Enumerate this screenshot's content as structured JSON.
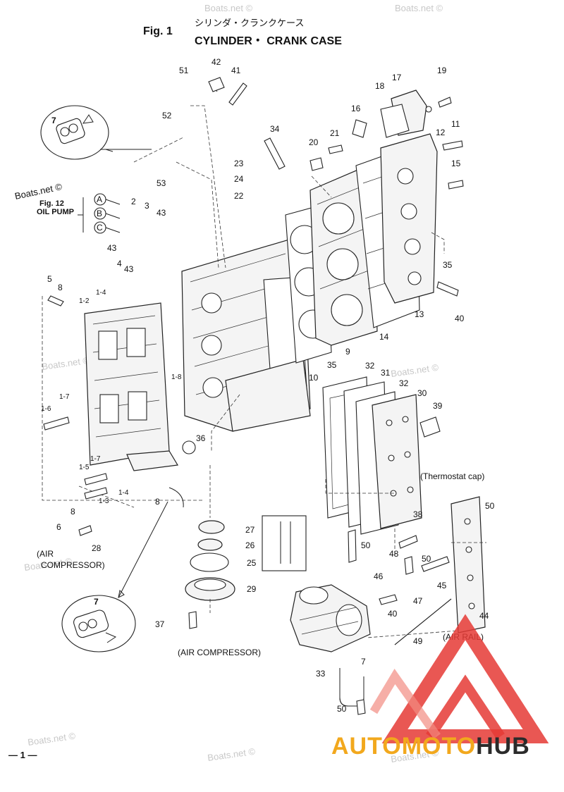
{
  "header": {
    "fig_label": "Fig. 1",
    "title_jp": "シリンダ・クランクケース",
    "title_en": "CYLINDER・ CRANK CASE"
  },
  "watermark": "Boats.net ©",
  "callouts": {
    "fig12": "Fig. 12",
    "oil_pump": "OIL PUMP",
    "air_compressor_1": "(AIR",
    "air_compressor_2": "COMPRESSOR)",
    "air_compressor_main": "(AIR COMPRESSOR)",
    "thermostat": "(Thermostat cap)",
    "air_rail": "(AIR RAIL)",
    "page_num": "— 1 —"
  },
  "oil_letters": [
    "A",
    "B",
    "C"
  ],
  "part_numbers": [
    "51",
    "42",
    "41",
    "52",
    "53",
    "7",
    "34",
    "23",
    "24",
    "22",
    "21",
    "20",
    "16",
    "18",
    "17",
    "19",
    "12",
    "11",
    "15",
    "2",
    "3",
    "43",
    "43",
    "4",
    "43",
    "35",
    "5",
    "8",
    "1-2",
    "1-4",
    "9",
    "14",
    "13",
    "40",
    "35",
    "10",
    "32",
    "31",
    "32",
    "30",
    "39",
    "1-6",
    "1-7",
    "1-8",
    "36",
    "1-5",
    "1-7",
    "1-4",
    "1-3",
    "8",
    "8",
    "6",
    "28",
    "27",
    "26",
    "25",
    "29",
    "37",
    "38",
    "48",
    "50",
    "46",
    "45",
    "47",
    "40",
    "50",
    "50",
    "44",
    "49",
    "33",
    "50",
    "7"
  ],
  "logo": {
    "part1": "AUTO",
    "part2": "MOTO",
    "part3": "HUB",
    "color_auto": "#f2a81d",
    "color_hub": "#2b2b2b",
    "color_triangle": "#e53935"
  }
}
